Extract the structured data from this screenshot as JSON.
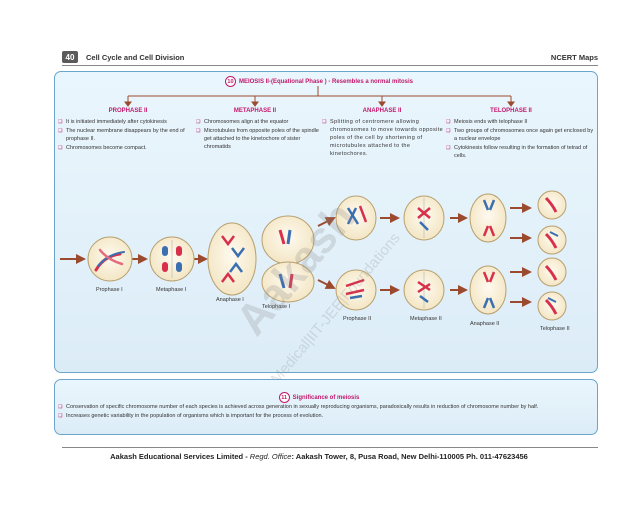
{
  "header": {
    "page_number": "40",
    "title": "Cell Cycle and Cell Division",
    "right": "NCERT Maps"
  },
  "meiosis": {
    "number": "10",
    "title": "MEIOSIS II-(Equational Phase ) - Resembles a normal mitosis",
    "phases": [
      {
        "name": "PROPHASE II",
        "points": [
          "It is initiated immediately after cytokinesis",
          "The nuclear membrane disappears by the end of prophase II.",
          "Chromosomes become compact."
        ]
      },
      {
        "name": "METAPHASE II",
        "points": [
          "Chromosomes align at the equator",
          "Microtubules from opposite poles of the spindle get attached to the kinetochore of sister chromatids"
        ]
      },
      {
        "name": "ANAPHASE II",
        "points": [
          "Splitting of centromere allowing chromosomes to move towards opposite poles of the cell by shortening of microtubules attached to the kinetochores."
        ]
      },
      {
        "name": "TELOPHASE II",
        "points": [
          "Meiosis ends with telophase II",
          "Two groups of chromosomes once again get enclosed by a nuclear envelope",
          "Cytokinesis follow resulting in the formation of tetrad of cells."
        ]
      }
    ],
    "labels": {
      "prophase1": "Prophase I",
      "metaphase1": "Metaphase I",
      "anaphase1": "Anaphase I",
      "telophase1": "Telophase I",
      "prophase2": "Prophase II",
      "metaphase2": "Metaphase II",
      "anaphase2": "Anaphase II",
      "telophase2": "Telophase II"
    }
  },
  "significance": {
    "number": "11",
    "title": "Significance of meiosis",
    "points": [
      "Conservation of specific chromosome number of each species is achieved across generation in sexually reproducing organisms, paradoxically results in reduction of chromosome number by half.",
      "Increases genetic variability in the population of organisms which is important for the process of evolution."
    ]
  },
  "watermark": {
    "brand": "Aakash",
    "sub": "Medical|IIT-JEE|Foundations"
  },
  "footer": {
    "company": "Aakash Educational Services Limited",
    "regd_label": "Regd. Office",
    "address": ": Aakash Tower, 8, Pusa Road, New Delhi-110005 Ph. 011-47623456"
  },
  "colors": {
    "accent": "#c2186b",
    "panel_border": "#6aa6cc",
    "panel_bg": "#e3f1fa",
    "arrow": "#9c4a2e",
    "chrom_red": "#d8304a",
    "chrom_blue": "#3b6fb0",
    "cell_fill": "#fbf3dc"
  }
}
